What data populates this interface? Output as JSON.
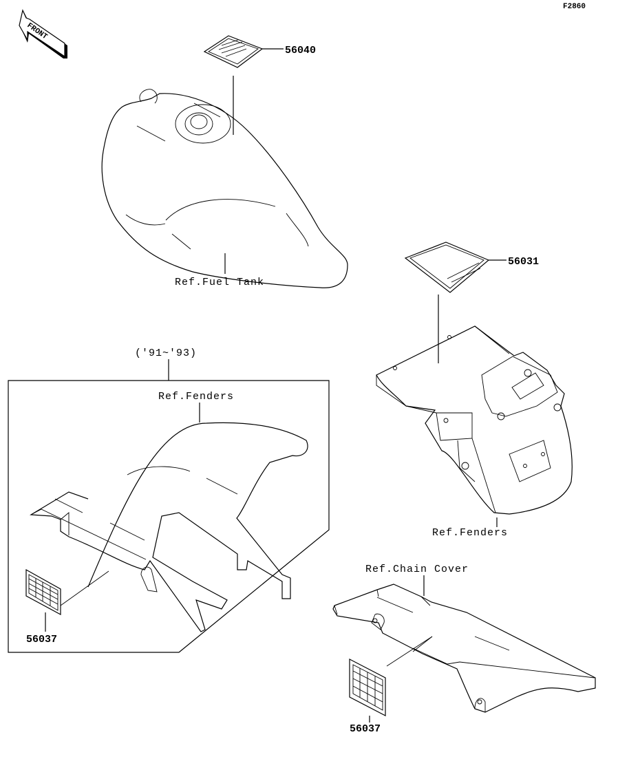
{
  "diagram": {
    "figure_id": "F2860",
    "front_arrow": "FRONT",
    "year_range": "('91~'93)",
    "parts": [
      {
        "number": "56040"
      },
      {
        "number": "56031"
      },
      {
        "number": "56037"
      },
      {
        "number": "56037"
      }
    ],
    "references": {
      "fuel_tank": "Ref.Fuel Tank",
      "fenders_boxed": "Ref.Fenders",
      "fenders_rear": "Ref.Fenders",
      "chain_cover": "Ref.Chain Cover"
    }
  }
}
